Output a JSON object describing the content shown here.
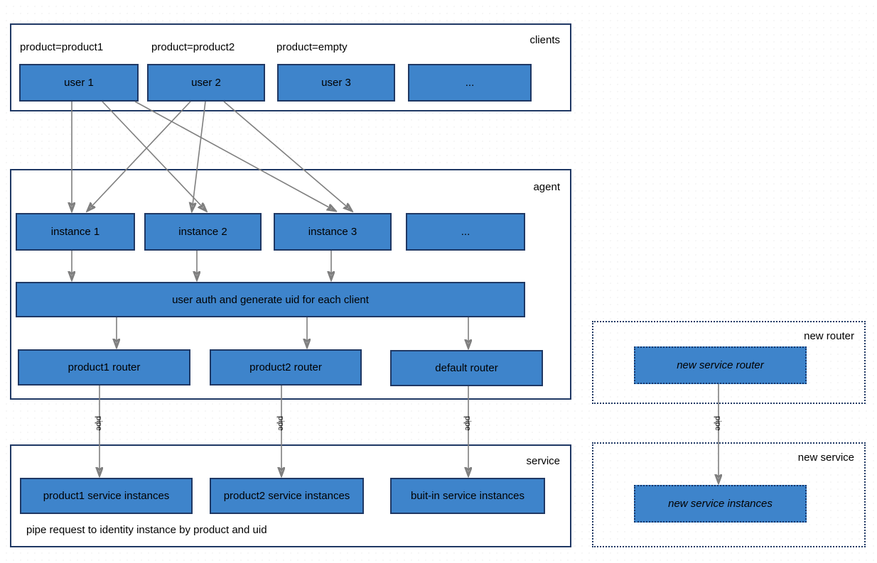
{
  "diagram": {
    "title": "clients / agent / service routing architecture",
    "colors": {
      "node_fill": "#3e84cb",
      "node_border": "#1f3864",
      "group_border": "#1f3864",
      "arrow": "#7f7f7f",
      "background": "#ffffff"
    }
  },
  "groups": {
    "clients": {
      "label": "clients"
    },
    "agent": {
      "label": "agent"
    },
    "service": {
      "label": "service"
    },
    "new_router": {
      "label": "new router"
    },
    "new_service": {
      "label": "new service"
    }
  },
  "clients": {
    "tags": [
      {
        "text": "product=product1"
      },
      {
        "text": "product=product2"
      },
      {
        "text": "product=empty"
      }
    ],
    "nodes": [
      {
        "label": "user 1"
      },
      {
        "label": "user 2"
      },
      {
        "label": "user 3"
      },
      {
        "label": "..."
      }
    ]
  },
  "agent": {
    "instances": [
      {
        "label": "instance 1"
      },
      {
        "label": "instance 2"
      },
      {
        "label": "instance 3"
      },
      {
        "label": "..."
      }
    ],
    "auth": {
      "label": "user auth and generate uid for each client"
    },
    "routers": [
      {
        "label": "product1 router"
      },
      {
        "label": "product2 router"
      },
      {
        "label": "default router"
      }
    ]
  },
  "service": {
    "instances": [
      {
        "label": "product1 service instances"
      },
      {
        "label": "product2 service instances"
      },
      {
        "label": "buit-in service instances"
      }
    ],
    "note": "pipe request to identity instance by product and uid"
  },
  "new_router": {
    "node": {
      "label": "new service router"
    }
  },
  "new_service": {
    "node": {
      "label": "new service instances"
    }
  },
  "edge_labels": {
    "pipe": "pipe"
  }
}
